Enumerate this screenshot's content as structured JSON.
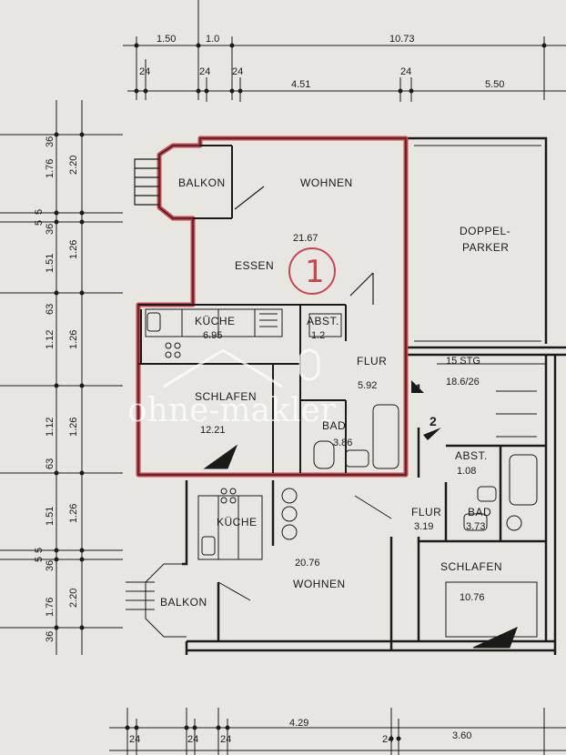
{
  "watermark": {
    "text": "ohne-makler"
  },
  "colors": {
    "paper": "#e7e6e1",
    "ink": "#1a1a1a",
    "highlight": "#c8464f",
    "watermark": "#ffffff"
  },
  "dimensions": {
    "top_row1": [
      "1.50",
      "1.0",
      "10.73"
    ],
    "top_row2": [
      "24",
      "24",
      "24",
      "4.51",
      "24",
      "5.50"
    ],
    "bottom_row": [
      "24",
      "24",
      "24",
      "4.29",
      "24",
      "3.60"
    ],
    "left_col_outer": [
      "2.20",
      "1.26",
      "1.26",
      "1.26",
      "1.26",
      "2.20"
    ],
    "left_col_inner": [
      "1.76",
      "1.51",
      "1.12",
      "1.12",
      "1.51",
      "1.76"
    ],
    "left_small": [
      "36",
      "5",
      "36",
      "5",
      "63",
      "63",
      "5",
      "36",
      "5",
      "36"
    ]
  },
  "unit1": {
    "marker": "1",
    "rooms": {
      "balkon": "BALKON",
      "wohnen": "WOHNEN",
      "essen": "ESSEN",
      "wohnen_area": "21.67",
      "kueche": "KÜCHE",
      "kueche_area": "6.95",
      "abst": "ABST.",
      "abst_area": "1.2",
      "flur": "FLUR",
      "flur_area": "5.92",
      "schlafen": "SCHLAFEN",
      "schlafen_area": "12.21",
      "bad": "BAD",
      "bad_area": "3.86"
    }
  },
  "unit_lower": {
    "kueche": "KÜCHE",
    "wohnen": "WOHNEN",
    "wohnen_area": "20.76",
    "balkon": "BALKON"
  },
  "unit_right": {
    "flur": "FLUR",
    "flur_area": "3.19",
    "bad": "BAD",
    "bad_area": "3.73",
    "abst": "ABST.",
    "abst_area": "1.08",
    "schlafen": "SCHLAFEN",
    "schlafen_area": "10.76"
  },
  "doppelparker": {
    "line1": "DOPPEL-",
    "line2": "PARKER"
  },
  "stair": {
    "label": "15 STG",
    "ratio": "18.6/26"
  },
  "section_markers": [
    "1",
    "2"
  ]
}
